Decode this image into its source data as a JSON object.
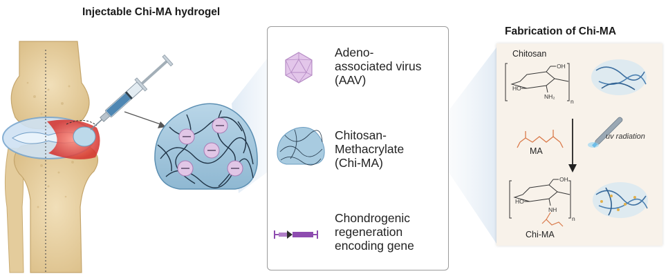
{
  "titles": {
    "left": "Injectable Chi-MA hydrogel",
    "right": "Fabrication of Chi-MA"
  },
  "legend": {
    "virus_line1": "Adeno-",
    "virus_line2": "associated virus",
    "virus_line3": "(AAV)",
    "chi_line1": "Chitosan-",
    "chi_line2": "Methacrylate",
    "chi_line3": "(Chi-MA)",
    "gene_line1": "Chondrogenic",
    "gene_line2": "regeneration",
    "gene_line3": "encoding gene"
  },
  "fabrication": {
    "chitosan_label": "Chitosan",
    "ma_label": "MA",
    "uv_label": "uv radiation",
    "chima_label": "Chi-MA",
    "chem_oh": "OH",
    "chem_ho": "HO",
    "chem_nh2": "NH₂",
    "chem_nh": "NH",
    "chem_n": "n"
  },
  "colors": {
    "hydrogel": "#9fc3da",
    "virus": "#d5b4dc",
    "gene": "#8e4cb0",
    "bone": "#e8d2a6",
    "inflammation": "#e0413d",
    "panel": "#f8f2ea",
    "ma_orange": "#d97a4a"
  }
}
